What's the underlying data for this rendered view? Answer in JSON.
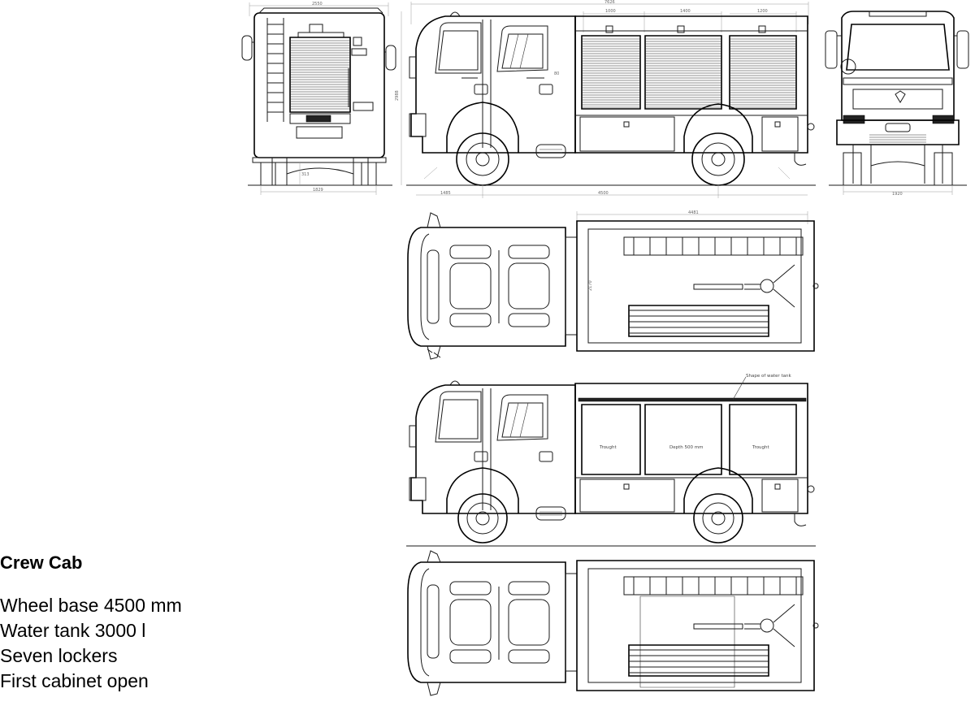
{
  "caption": {
    "title": "Crew Cab",
    "specs": [
      "Wheel base  4500 mm",
      "Water tank  3000 l",
      "Seven lockers",
      "First cabinet open"
    ]
  },
  "dimensions": {
    "rear_width": "2550",
    "rear_track": "1829",
    "rear_clearance": "313",
    "overall_length": "7626",
    "locker_1": "1000",
    "locker_2": "1400",
    "locker_3": "1200",
    "height": "2988",
    "cab_step": "80",
    "front_overhang": "1485",
    "wheel_base": "4500",
    "front_track": "1920",
    "body_length": "4481",
    "body_width": "2170"
  },
  "labels": {
    "water_tank_shape": "Shape of water tank",
    "trough_left": "Trought",
    "trough_center": "Depth 500 mm",
    "trough_right": "Trought"
  },
  "colors": {
    "line": "#1a1a1a",
    "dimension": "#9a9a9a",
    "background": "#ffffff"
  }
}
